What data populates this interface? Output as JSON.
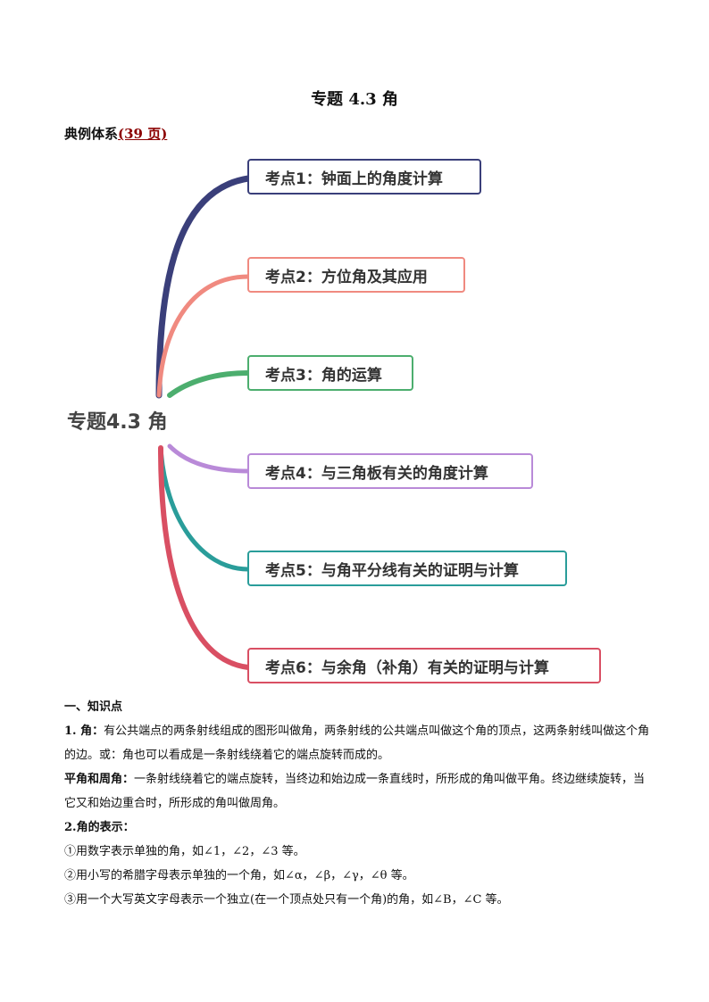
{
  "title": "专题 4.3  角",
  "subtitle": {
    "label": "典例体系",
    "link": "(39 页)"
  },
  "mindmap": {
    "root": "专题4.3 角",
    "nodes": [
      {
        "label": "考点1：钟面上的角度计算",
        "color": "#3a3f7a"
      },
      {
        "label": "考点2：方位角及其应用",
        "color": "#f08a80"
      },
      {
        "label": "考点3：角的运算",
        "color": "#4cae6e"
      },
      {
        "label": "考点4：与三角板有关的角度计算",
        "color": "#b98ad8"
      },
      {
        "label": "考点5：与角平分线有关的证明与计算",
        "color": "#2a9d9a"
      },
      {
        "label": "考点6：与余角（补角）有关的证明与计算",
        "color": "#d94f63"
      }
    ]
  },
  "knowledge": {
    "heading": "一、知识点",
    "p1_term": "1. 角：",
    "p1_text": "有公共端点的两条射线组成的图形叫做角，两条射线的公共端点叫做这个角的顶点，这两条射线叫做这个角的边。或：角也可以看成是一条射线绕着它的端点旋转而成的。",
    "p2_term": "平角和周角：",
    "p2_text": "一条射线绕着它的端点旋转，当终边和始边成一条直线时，所形成的角叫做平角。终边继续旋转，当它又和始边重合时，所形成的角叫做周角。",
    "p3_term": "2.角的表示：",
    "item1": "①用数字表示单独的角，如∠1，∠2，∠3 等。",
    "item2": "②用小写的希腊字母表示单独的一个角，如∠α，∠β，∠γ，∠θ 等。",
    "item3": "③用一个大写英文字母表示一个独立(在一个顶点处只有一个角)的角，如∠B，∠C 等。"
  }
}
